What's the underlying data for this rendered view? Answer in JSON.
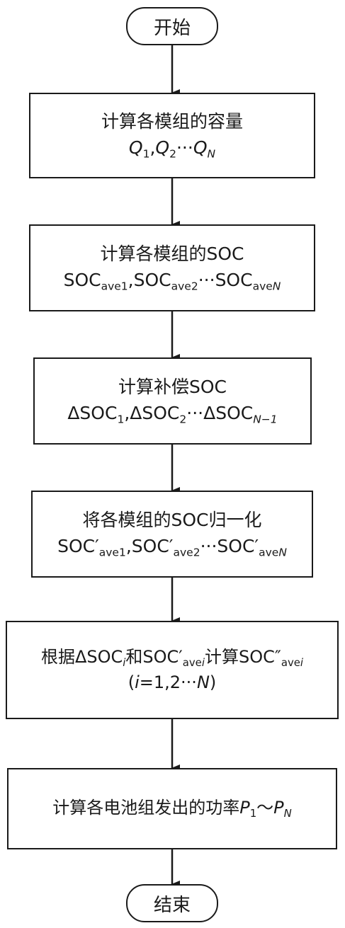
{
  "start": "开始",
  "end": "结束",
  "step1": {
    "title": "计算各模组的容量",
    "q": "Q",
    "s1": "1",
    "s2": "2",
    "sn": "N",
    "comma": ",",
    "dots": "···"
  },
  "step2": {
    "title": "计算各模组的SOC",
    "soc": "SOC",
    "s1": "ave1",
    "s2": "ave2",
    "sn_pre": "ave",
    "sn_it": "N",
    "comma": ",",
    "dots": "···"
  },
  "step3": {
    "title": "计算补偿SOC",
    "dsoc": "ΔSOC",
    "s1": "1",
    "s2": "2",
    "sn": "N−1",
    "comma": ",",
    "dots": "···"
  },
  "step4": {
    "title": "将各模组的SOC归一化",
    "soc": "SOC′",
    "s1": "ave1",
    "s2": "ave2",
    "sn_pre": "ave",
    "sn_it": "N",
    "comma": ",",
    "dots": "···"
  },
  "step5": {
    "pre": "根据",
    "dsoc": "ΔSOC",
    "sub_i": "i",
    "mid": "和",
    "soc1": "SOC′",
    "sub_ave": "ave",
    "calc": "计算",
    "soc2": "SOC″",
    "paren_open": "(",
    "i": "i",
    "eq": "=1,2···",
    "n": "N",
    "paren_close": ")"
  },
  "step6": {
    "text": "计算各电池组发出的功率",
    "p": "P",
    "s1": "1",
    "tilde": "～",
    "sn": "N"
  }
}
